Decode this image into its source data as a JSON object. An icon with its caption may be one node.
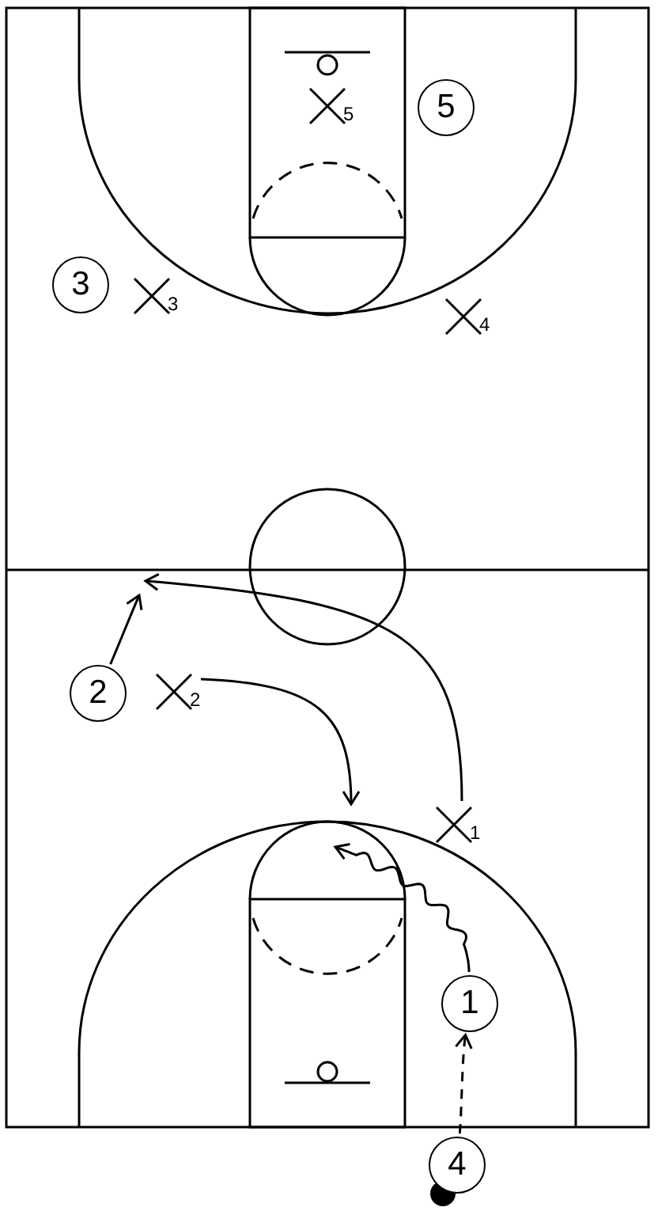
{
  "diagram": {
    "nodes": [
      {
        "text": [
          "5"
        ]
      },
      {
        "text": [
          "5"
        ]
      },
      {
        "text": [
          "3"
        ]
      },
      {
        "text": [
          "3"
        ]
      },
      {
        "text": [
          "4"
        ]
      },
      {
        "text": [
          "2"
        ]
      },
      {
        "text": [
          "2"
        ]
      },
      {
        "text": [
          "1"
        ]
      },
      {
        "text": [
          "1"
        ]
      },
      {
        "text": [
          "4"
        ]
      }
    ],
    "edges": [
      {
        "from": 5,
        "to": null,
        "arrow": "to"
      },
      {
        "from": 7,
        "to": null,
        "arrow": "to"
      },
      {
        "from": 6,
        "to": null,
        "arrow": "to"
      },
      {
        "from": 8,
        "to": null,
        "arrow": "to"
      },
      {
        "from": 9,
        "to": 8,
        "arrow": "to",
        "style": "dashed"
      }
    ]
  }
}
